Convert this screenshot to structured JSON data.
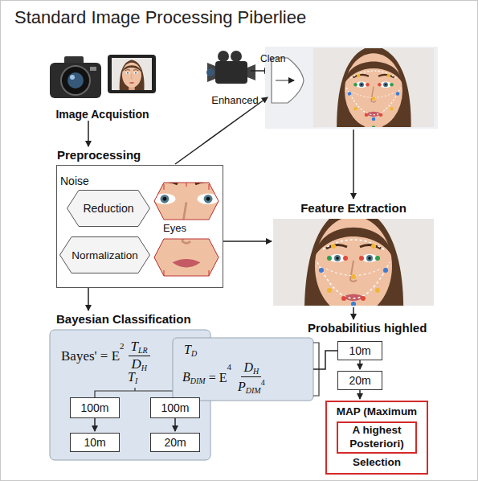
{
  "diagram": {
    "title": "Standard Image Processing Piberliee",
    "nodes": [
      {
        "text": [
          "Image Acquistion"
        ]
      },
      {
        "text": [
          "Enhanced"
        ]
      },
      {
        "text": [
          "Preprocessing"
        ]
      },
      {
        "text": [
          "Noise",
          "Reduction"
        ],
        "in": 2
      },
      {
        "text": [
          "Normalization"
        ],
        "in": 2
      },
      {
        "text": [
          "Feature Extraction"
        ]
      },
      {
        "text": [
          "Bayesian Classification",
          "Bayes' = E",
          "2",
          "T",
          "LR",
          "D",
          "H",
          "T",
          "I"
        ]
      },
      {
        "text": [
          "100m"
        ],
        "in": 6
      },
      {
        "text": [
          "100m"
        ],
        "in": 6
      },
      {
        "text": [
          "10m"
        ],
        "in": 6
      },
      {
        "text": [
          "20m"
        ],
        "in": 6
      },
      {
        "text": [
          "T",
          "D",
          "B",
          "DIM",
          "= E",
          "4",
          "D",
          "H",
          "P",
          "DIM",
          "4"
        ]
      },
      {
        "text": [
          "10m"
        ]
      },
      {
        "text": [
          "20m"
        ]
      },
      {
        "text": [
          "MAP (Maximum",
          "Selection"
        ]
      },
      {
        "text": [
          "A highest Posteriori)"
        ],
        "in": 14
      }
    ],
    "edges": [
      {
        "from": 0,
        "to": 2,
        "arrow": "to"
      },
      {
        "from": 2,
        "to": 5,
        "arrow": "to"
      },
      {
        "from": 2,
        "to": 6,
        "arrow": "to"
      },
      {
        "from": 7,
        "to": 9,
        "arrow": "to"
      },
      {
        "from": 8,
        "to": 10,
        "arrow": "to"
      },
      {
        "from": 11,
        "to": 12,
        "arrow": "none"
      },
      {
        "from": 12,
        "to": 13,
        "arrow": "to"
      },
      {
        "from": 13,
        "to": 14,
        "arrow": "to"
      }
    ],
    "labels": [
      "Clean",
      "Eyes",
      "Probabilitius highled"
    ]
  }
}
